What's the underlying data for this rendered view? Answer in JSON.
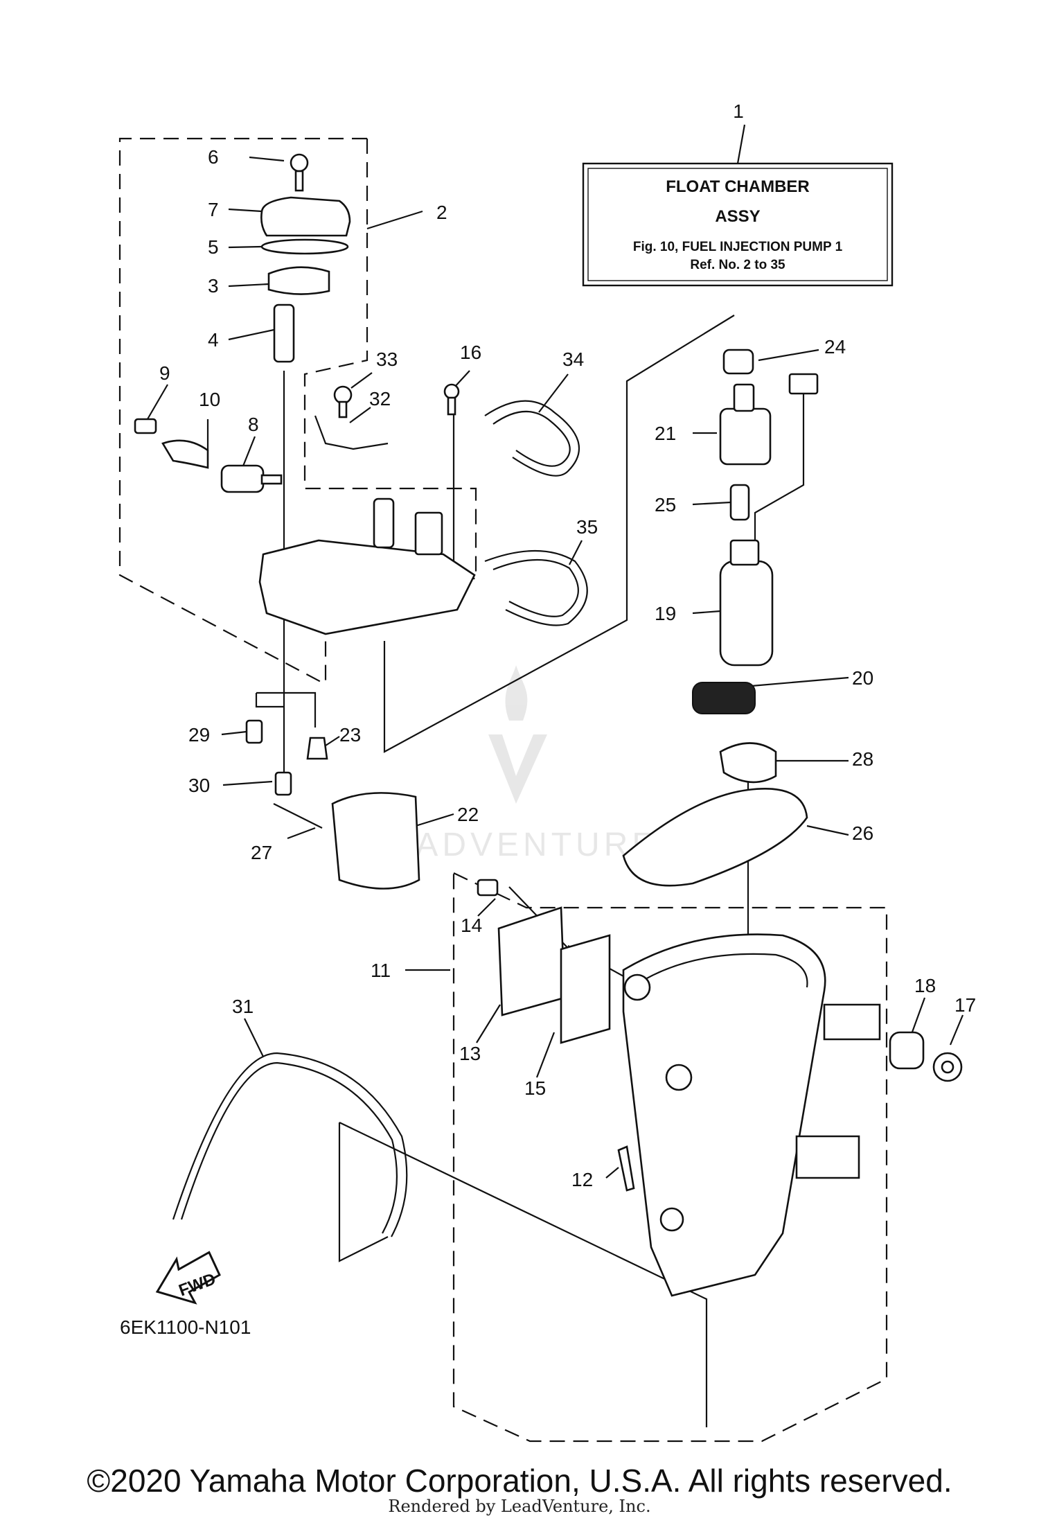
{
  "info_box": {
    "ref_number": "1",
    "title_line1": "FLOAT CHAMBER",
    "title_line2": "ASSY",
    "fig_line": "Fig. 10, FUEL INJECTION PUMP 1",
    "ref_line": "Ref. No. 2 to 35"
  },
  "callouts": [
    "1",
    "2",
    "3",
    "4",
    "5",
    "6",
    "7",
    "8",
    "9",
    "10",
    "11",
    "12",
    "13",
    "14",
    "15",
    "16",
    "17",
    "18",
    "19",
    "20",
    "21",
    "22",
    "23",
    "24",
    "25",
    "26",
    "27",
    "28",
    "29",
    "30",
    "31",
    "32",
    "33",
    "34",
    "35"
  ],
  "fwd_label": "FWD",
  "diagram_code": "6EK1100-N101",
  "watermark": "LEADVENTURE",
  "copyright": "©2020 Yamaha Motor Corporation, U.S.A. All rights reserved.",
  "rendered_by": "Rendered by LeadVenture, Inc."
}
